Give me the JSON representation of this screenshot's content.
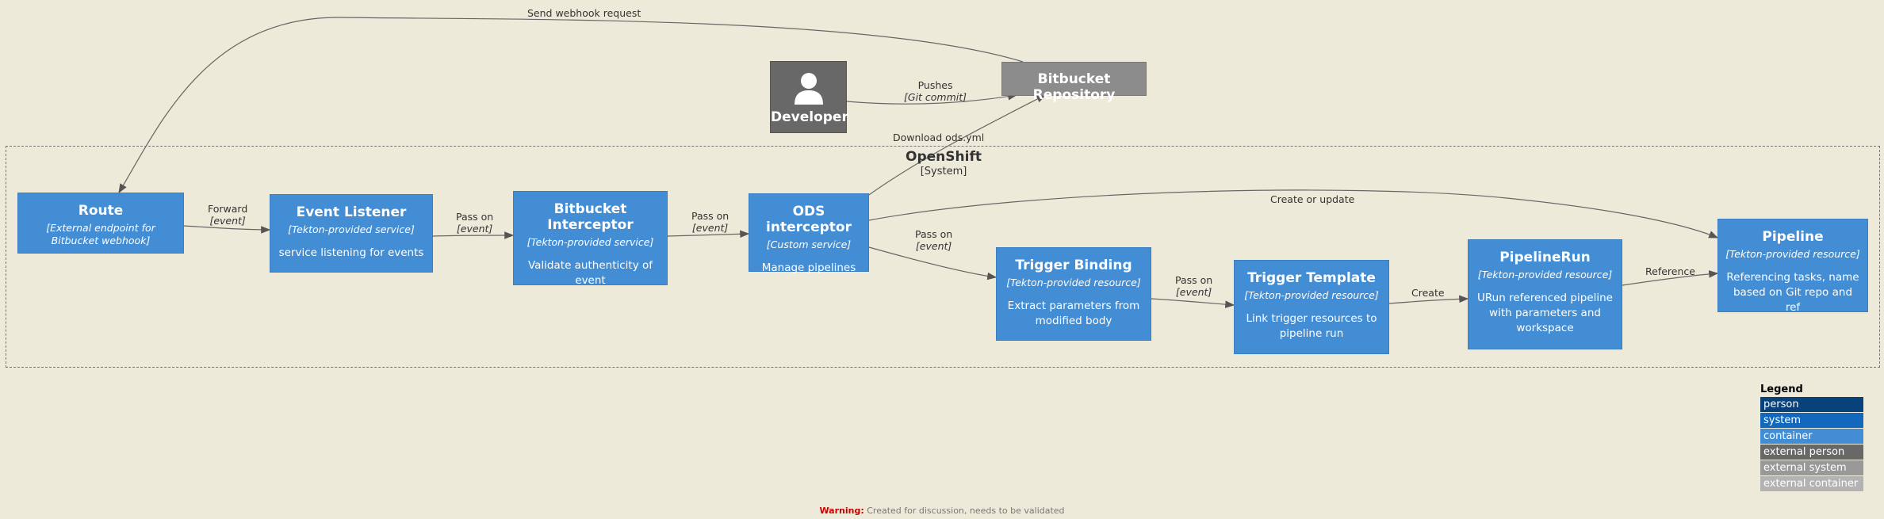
{
  "nodes": {
    "developer": {
      "name": "Developer"
    },
    "repo": {
      "name": "Bitbucket Repository"
    },
    "route": {
      "name": "Route",
      "tech": "[External endpoint for Bitbucket webhook]"
    },
    "listener": {
      "name": "Event Listener",
      "tech": "[Tekton-provided service]",
      "desc": "service listening for events"
    },
    "interceptor": {
      "name": "Bitbucket Interceptor",
      "tech": "[Tekton-provided service]",
      "desc": "Validate authenticity of event"
    },
    "ods": {
      "name": "ODS interceptor",
      "tech": "[Custom service]",
      "desc": "Manage pipelines"
    },
    "binding": {
      "name": "Trigger Binding",
      "tech": "[Tekton-provided resource]",
      "desc": "Extract parameters from modified body"
    },
    "template": {
      "name": "Trigger Template",
      "tech": "[Tekton-provided resource]",
      "desc": "Link trigger resources to pipeline run"
    },
    "pipelinerun": {
      "name": "PipelineRun",
      "tech": "[Tekton-provided resource]",
      "desc": "URun referenced pipeline with parameters and workspace"
    },
    "pipeline": {
      "name": "Pipeline",
      "tech": "[Tekton-provided resource]",
      "desc": "Referencing tasks, name based on Git repo and ref"
    }
  },
  "boundary": {
    "name": "OpenShift",
    "type": "[System]"
  },
  "edges": {
    "webhook": {
      "label": "Send webhook request"
    },
    "pushes": {
      "label": "Pushes",
      "tech": "[Git commit]"
    },
    "download": {
      "label": "Download ods.yml"
    },
    "forward": {
      "label": "Forward",
      "tech": "[event]"
    },
    "passon1": {
      "label": "Pass on",
      "tech": "[event]"
    },
    "passon2": {
      "label": "Pass on",
      "tech": "[event]"
    },
    "passon3": {
      "label": "Pass on",
      "tech": "[event]"
    },
    "passon4": {
      "label": "Pass on",
      "tech": "[event]"
    },
    "createupdate": {
      "label": "Create or update"
    },
    "create": {
      "label": "Create"
    },
    "reference": {
      "label": "Reference"
    }
  },
  "legend": {
    "title": "Legend",
    "items": [
      {
        "label": "person",
        "color": "#08427B"
      },
      {
        "label": "system",
        "color": "#1168BD"
      },
      {
        "label": "container",
        "color": "#438DD5"
      },
      {
        "label": "external person",
        "color": "#686868"
      },
      {
        "label": "external system",
        "color": "#999999"
      },
      {
        "label": "external container",
        "color": "#B3B3B3"
      }
    ]
  },
  "warning": {
    "label": "Warning:",
    "text": "Created for discussion, needs to be validated"
  },
  "colors": {
    "background": "#EEEAD9",
    "container": "#438DD5",
    "external": "#8C8C8C",
    "person": "#686868"
  }
}
